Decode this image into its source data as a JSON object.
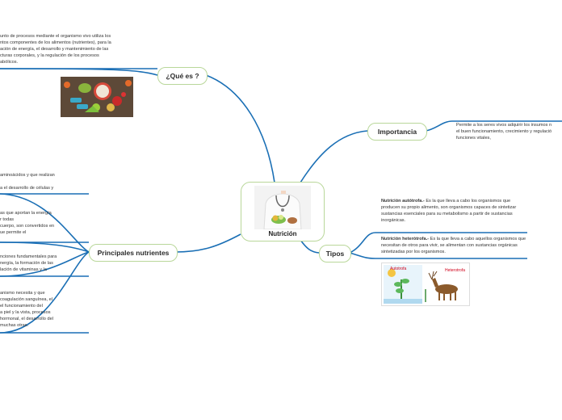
{
  "center": {
    "label": "Nutrición"
  },
  "topics": {
    "que_es": "¿Qué es ?",
    "importancia": "Importancia",
    "tipos": "Tipos",
    "principales": "Principales nutrientes"
  },
  "notes": {
    "que_es": "unto de procesos mediante el organismo vivo utiliza los\nntos componentes de los alimentos (nutrientes), para la\nación de energía, el desarrollo y mantenimiento de las\ncturas corporales, y la regulación de los procesos\nabólicos.",
    "importancia": "Permite a los seres vivos adquirir los insumos n\nel buen funcionamiento, crecimiento y regulació\nfunciones vitales,",
    "autotrofa_title": "Nutrición autótrofa.-",
    "autotrofa_text": " Es la que lleva a cabo los organismos que producen su propio alimento, son organismos capaces de sintetizar sustancias esenciales para su metabolismo a partir de sustancias inorgánicas.",
    "heterotrofa_title": "Nutrición heterótrofa.-",
    "heterotrofa_text": " Es la que lleva a cabo aquellos organismos que necesitan de otros para vivir, se alimentan con sustancias orgánicas sintetizadas por los organismos.",
    "n1": "aminoácidos y que realizan\n\na el desarrollo de células y",
    "n2": "as que aportan la energía\nr todas\ncuerpo, son convertidos en\nue permite el",
    "n3": "nciones fundamentales para\nnergía, la formación de las\nlación de vitaminas y la",
    "n4": "anismo necesita y que\ncoagulación sanguínea, el\nel funcionamiento del\na piel y la vista, procesos\nhormonal, el desarrollo del\n muchas otras."
  },
  "image_labels": {
    "autotrofa": "Autotrofa",
    "heterotrofa": "Heterotrofa"
  }
}
